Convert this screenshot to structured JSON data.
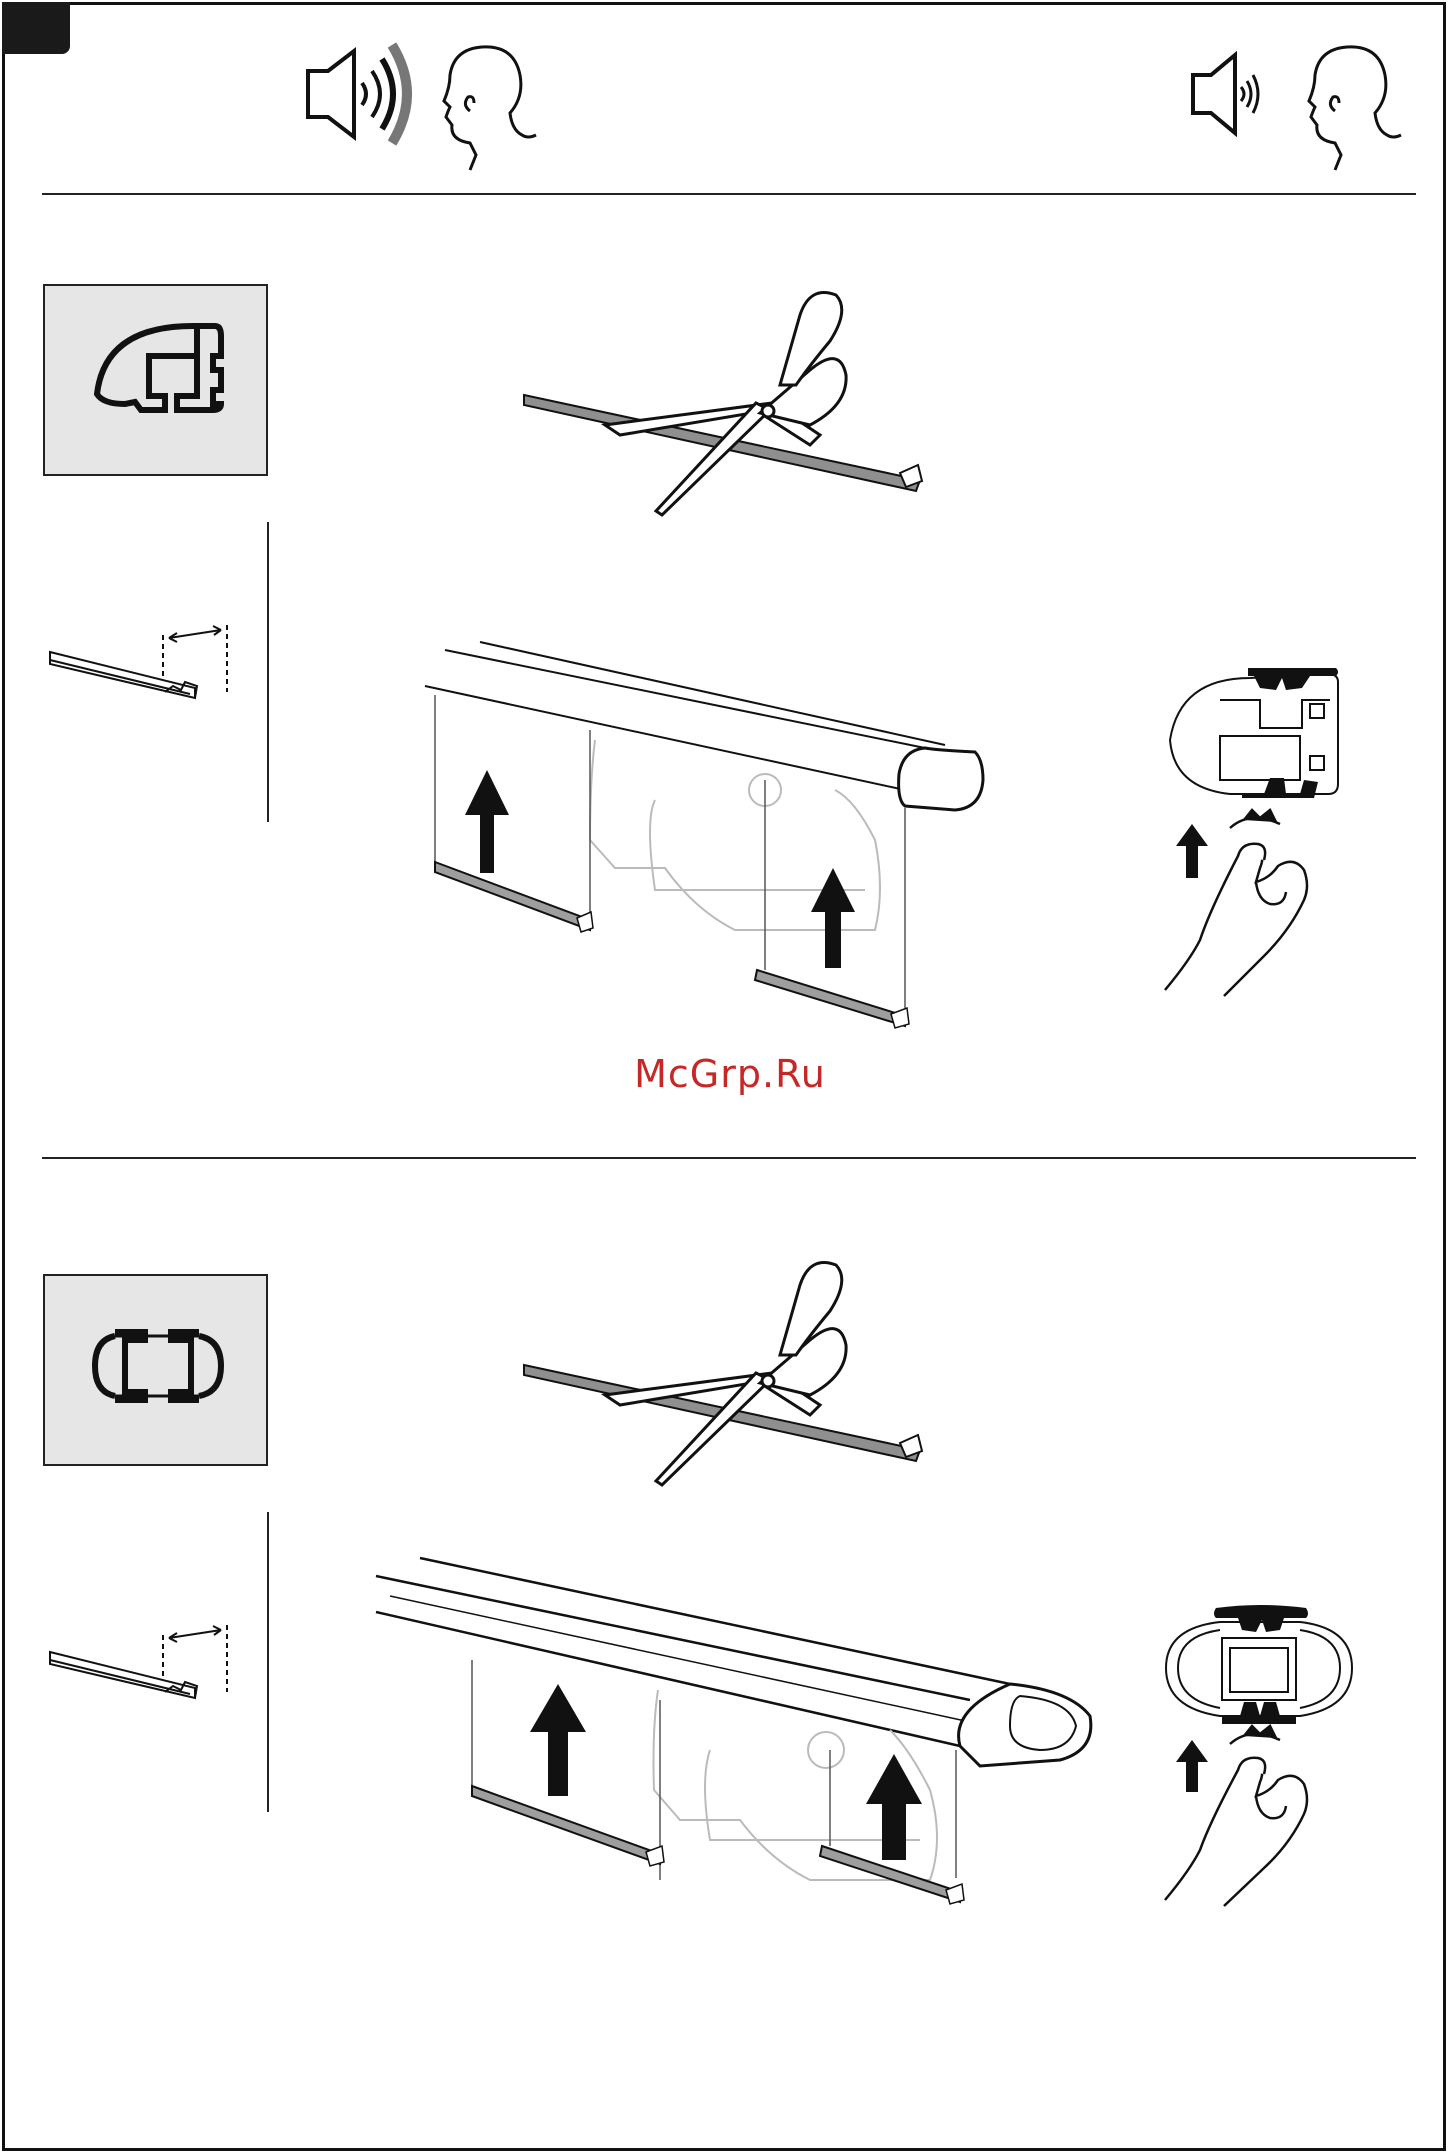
{
  "watermark": {
    "text": "McGrp.Ru"
  },
  "header": {
    "icons": [
      "loud-speaker-icon",
      "listener-head-icon",
      "quiet-speaker-icon",
      "listener-head-icon"
    ]
  },
  "sections": [
    {
      "profile_icon": "rail-profile-type-1-icon",
      "steps": [
        "cut-strip",
        "measure-strip",
        "insert-strips-into-bar",
        "press-strip-into-slot"
      ]
    },
    {
      "profile_icon": "rail-profile-type-2-icon",
      "steps": [
        "cut-strip",
        "measure-strip",
        "insert-strips-into-bar",
        "press-strip-into-slot"
      ]
    }
  ],
  "colors": {
    "line": "#222222",
    "box_fill": "#e6e6e6",
    "strip_fill": "#9e9e9e",
    "watermark": "#c62828"
  }
}
